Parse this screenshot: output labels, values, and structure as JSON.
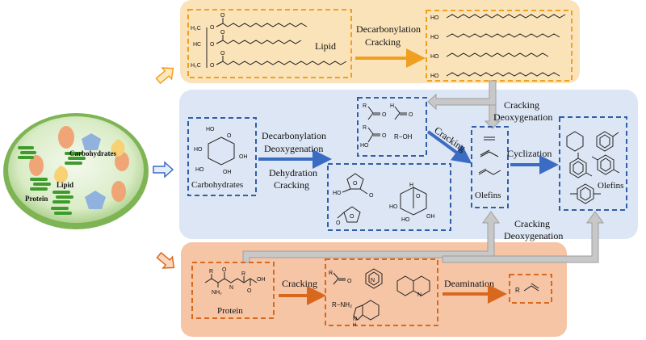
{
  "biomass": {
    "carbohydrates": "Carbohydrates",
    "lipid": "Lipid",
    "protein": "Protein"
  },
  "lipid_panel": {
    "input_label": "Lipid",
    "process": [
      "Decarbonylation",
      "Cracking"
    ],
    "chem": {
      "h2c": "H₂C",
      "hc": "HC",
      "o": "O",
      "ho": "HO"
    }
  },
  "carb_panel": {
    "input_label": "Carbohydrates",
    "process_upper": [
      "Decarbonylation",
      "Deoxygenation"
    ],
    "process_lower": [
      "Dehydration",
      "Cracking"
    ],
    "cracking_diag": "Cracking",
    "cyclization": "Cyclization",
    "olefins_mid": "Olefins",
    "olefins_right": "Olefins",
    "cracking_deox_top": [
      "Cracking",
      "Deoxygenation"
    ],
    "cracking_deox_bottom": [
      "Cracking",
      "Deoxygenation"
    ],
    "chem": {
      "oh": "OH",
      "ho": "HO",
      "o": "O",
      "h": "H",
      "r": "R",
      "r_oh": "R−OH",
      "r_nh2": "R−NH₂",
      "nh2": "NH₂",
      "n": "N",
      "nh": "H",
      "nh_n": "N"
    }
  },
  "protein_panel": {
    "input_label": "Protein",
    "cracking": "Cracking",
    "deamination": "Deamination"
  },
  "colors": {
    "lipid_bg": "#fbe3b9",
    "carb_bg": "#dde6f4",
    "protein_bg": "#f6c5a6",
    "lipid_dash": "#f0a020",
    "carb_dash": "#2f5fa8",
    "protein_dash": "#d8681e",
    "blue_arrow": "#3a6cc4",
    "orange_arrow": "#f0a020",
    "red_arrow": "#d8681e",
    "gray_arrow": "#b8b8b8"
  }
}
